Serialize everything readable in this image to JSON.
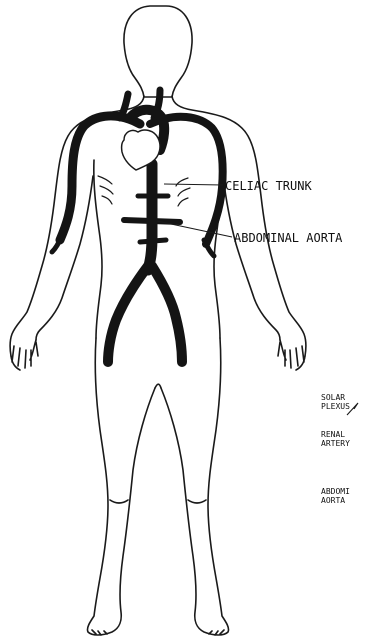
{
  "labels": {
    "celiac_trunk": "CELIAC TRUNK",
    "abdominal_aorta": "ABDOMINAL AORTA",
    "inset": {
      "solar_1": "SOLAR",
      "solar_2": "PLEXUS",
      "renal_1": "RENAL",
      "renal_2": "ARTERY",
      "abdom_1": "ABDOMI",
      "abdom_2": "AORTA"
    }
  }
}
